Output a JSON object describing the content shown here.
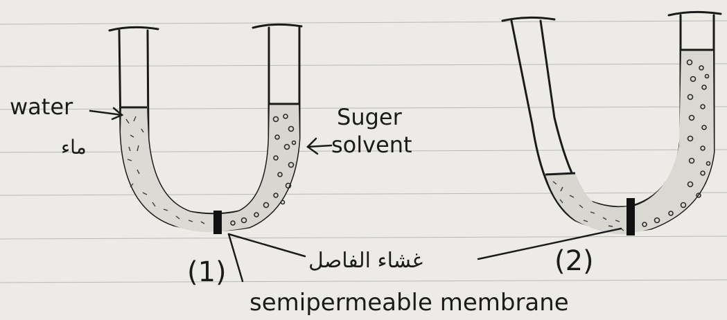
{
  "labels": {
    "water": "water",
    "water_arabic": "ماء",
    "sugar_solvent_line1": "Suger",
    "sugar_solvent_line2": "solvent",
    "membrane_arabic": "غشاء الفاصل",
    "tube1_number": "(1)",
    "tube2_number": "(2)",
    "membrane_english": "semipermeable membrane"
  },
  "colors": {
    "paper": "#ecebe8",
    "ruled_line": "#b9b9b9",
    "ink": "#1b1b1b"
  }
}
